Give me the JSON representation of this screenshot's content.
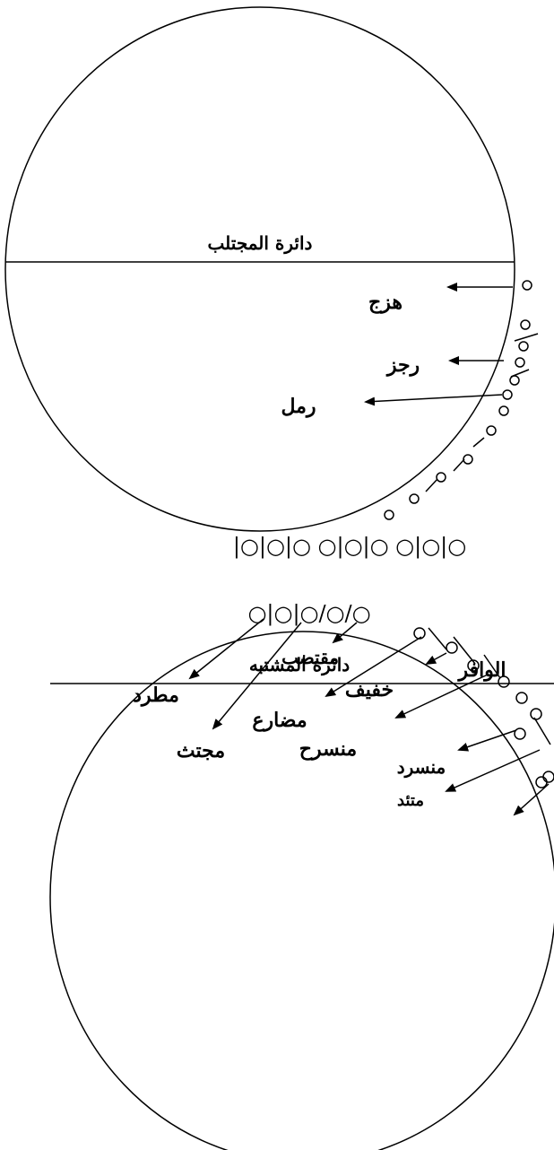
{
  "diagram": {
    "circle1": {
      "title": "دائرة المجتلب",
      "meters": [
        "هزج",
        "رجز",
        "رمل"
      ],
      "scansion": "|○|○|○ ○|○|○ ○|○|○"
    },
    "circle2": {
      "title": "دائرة المشتبه",
      "top_scansion": "○|○|○/○/○",
      "right_scansion": "○/○|○|○○ ○|○",
      "meters": [
        "مطرد",
        "مقتضب",
        "مجتث",
        "خفيف",
        "مضارع",
        "منسرح",
        "منسرد",
        "متئد",
        "الوافر"
      ]
    },
    "ink_color": "#000000",
    "paper_color": "#ffffff"
  }
}
